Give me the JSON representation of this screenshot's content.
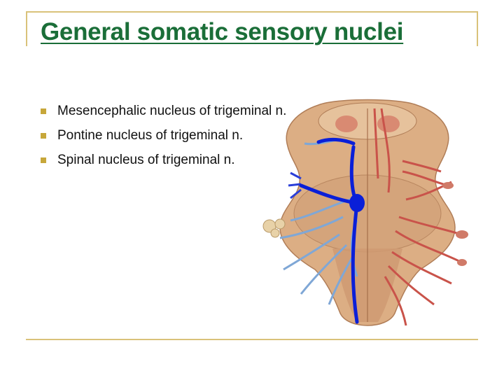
{
  "slide": {
    "title": "General somatic sensory nuclei",
    "bullets": [
      "Mesencephalic nucleus of trigeminal n.",
      "Pontine nucleus of trigeminal n.",
      "Spinal nucleus of trigeminal n."
    ]
  },
  "colors": {
    "title": "#1a6e38",
    "frame": "#d9c27a",
    "bullet_marker": "#c7a73a",
    "brainstem": "#dcae84",
    "nerve_red": "#c9534a",
    "nerve_blue": "#7fa7d6",
    "tract": "#0a1fd8"
  }
}
